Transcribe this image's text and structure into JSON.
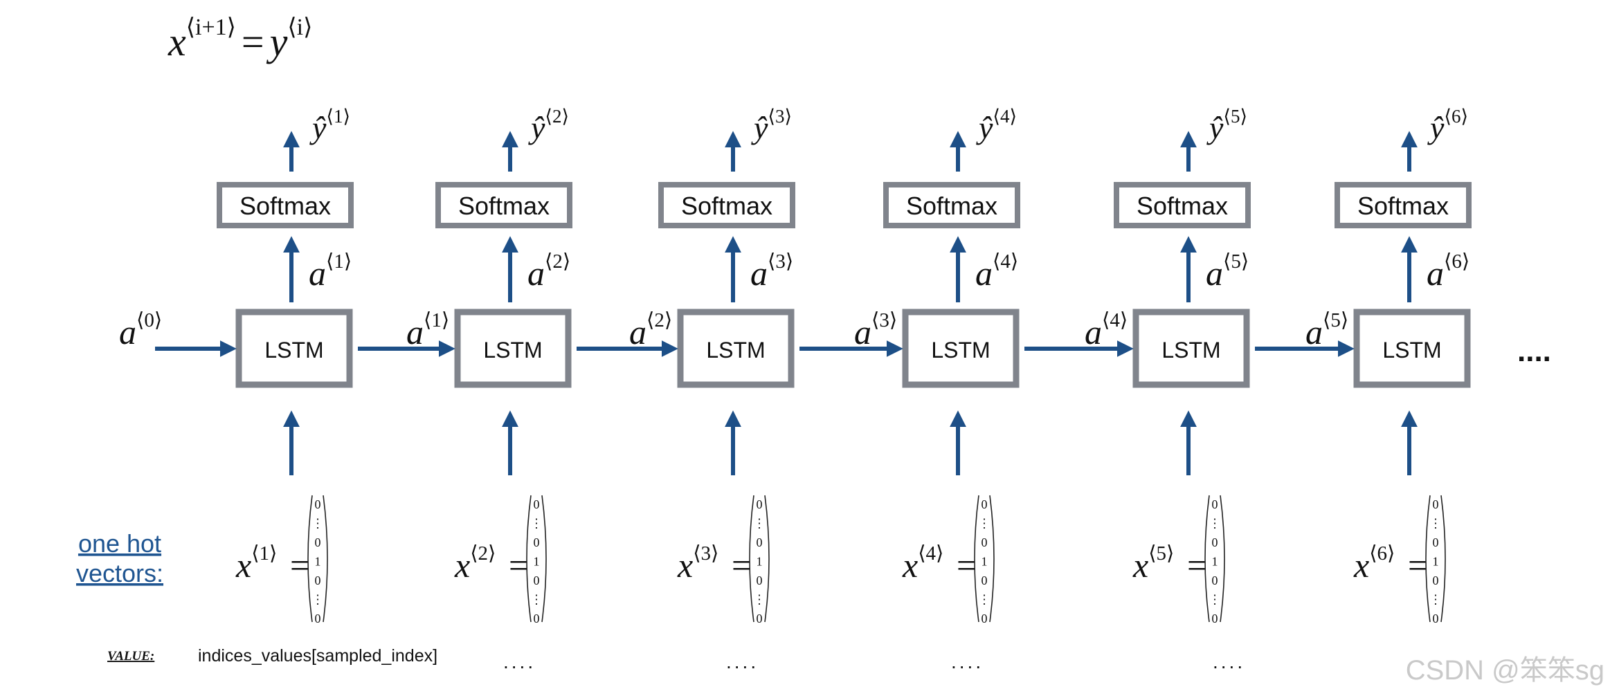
{
  "formula": {
    "lhs": "x",
    "lhs_sup": "⟨i+1⟩",
    "eq": "=",
    "rhs": "y",
    "rhs_sup": "⟨i⟩"
  },
  "colors": {
    "arrow": "#1d4f87",
    "box_border": "#80848c",
    "link": "#1f5591"
  },
  "initial_state": {
    "base": "a",
    "sup": "⟨0⟩"
  },
  "columns": [
    {
      "output": "ŷ",
      "output_sup": "⟨1⟩",
      "softmax": "Softmax",
      "act": "a",
      "act_sup": "⟨1⟩",
      "cell": "LSTM",
      "input": "x",
      "input_sup": "⟨1⟩",
      "value": "indices_values[sampled_index]"
    },
    {
      "output": "ŷ",
      "output_sup": "⟨2⟩",
      "softmax": "Softmax",
      "act": "a",
      "act_sup": "⟨2⟩",
      "cell": "LSTM",
      "input": "x",
      "input_sup": "⟨2⟩",
      "value": "...."
    },
    {
      "output": "ŷ",
      "output_sup": "⟨3⟩",
      "softmax": "Softmax",
      "act": "a",
      "act_sup": "⟨3⟩",
      "cell": "LSTM",
      "input": "x",
      "input_sup": "⟨3⟩",
      "value": "...."
    },
    {
      "output": "ŷ",
      "output_sup": "⟨4⟩",
      "softmax": "Softmax",
      "act": "a",
      "act_sup": "⟨4⟩",
      "cell": "LSTM",
      "input": "x",
      "input_sup": "⟨4⟩",
      "value": "...."
    },
    {
      "output": "ŷ",
      "output_sup": "⟨5⟩",
      "softmax": "Softmax",
      "act": "a",
      "act_sup": "⟨5⟩",
      "cell": "LSTM",
      "input": "x",
      "input_sup": "⟨5⟩",
      "value": "...."
    },
    {
      "output": "ŷ",
      "output_sup": "⟨6⟩",
      "softmax": "Softmax",
      "act": "a",
      "act_sup": "⟨6⟩",
      "cell": "LSTM",
      "input": "x",
      "input_sup": "⟨6⟩",
      "value": ""
    }
  ],
  "vector_entries": [
    "0",
    "⋮",
    "0",
    "1",
    "0",
    "⋮",
    "0"
  ],
  "continuation": "....",
  "one_hot_label": [
    "one hot",
    "vectors:"
  ],
  "value_label": "VALUE:",
  "watermark": "CSDN @笨笨sg"
}
